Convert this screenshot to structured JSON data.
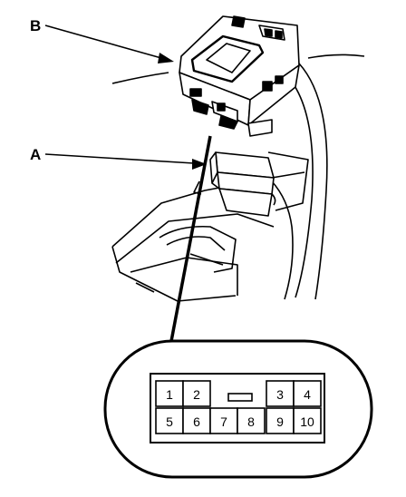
{
  "labels": {
    "b": "B",
    "a": "A"
  },
  "connector": {
    "top_row": [
      "1",
      "2",
      "3",
      "4"
    ],
    "bottom_row": [
      "5",
      "6",
      "7",
      "8",
      "9",
      "10"
    ]
  }
}
